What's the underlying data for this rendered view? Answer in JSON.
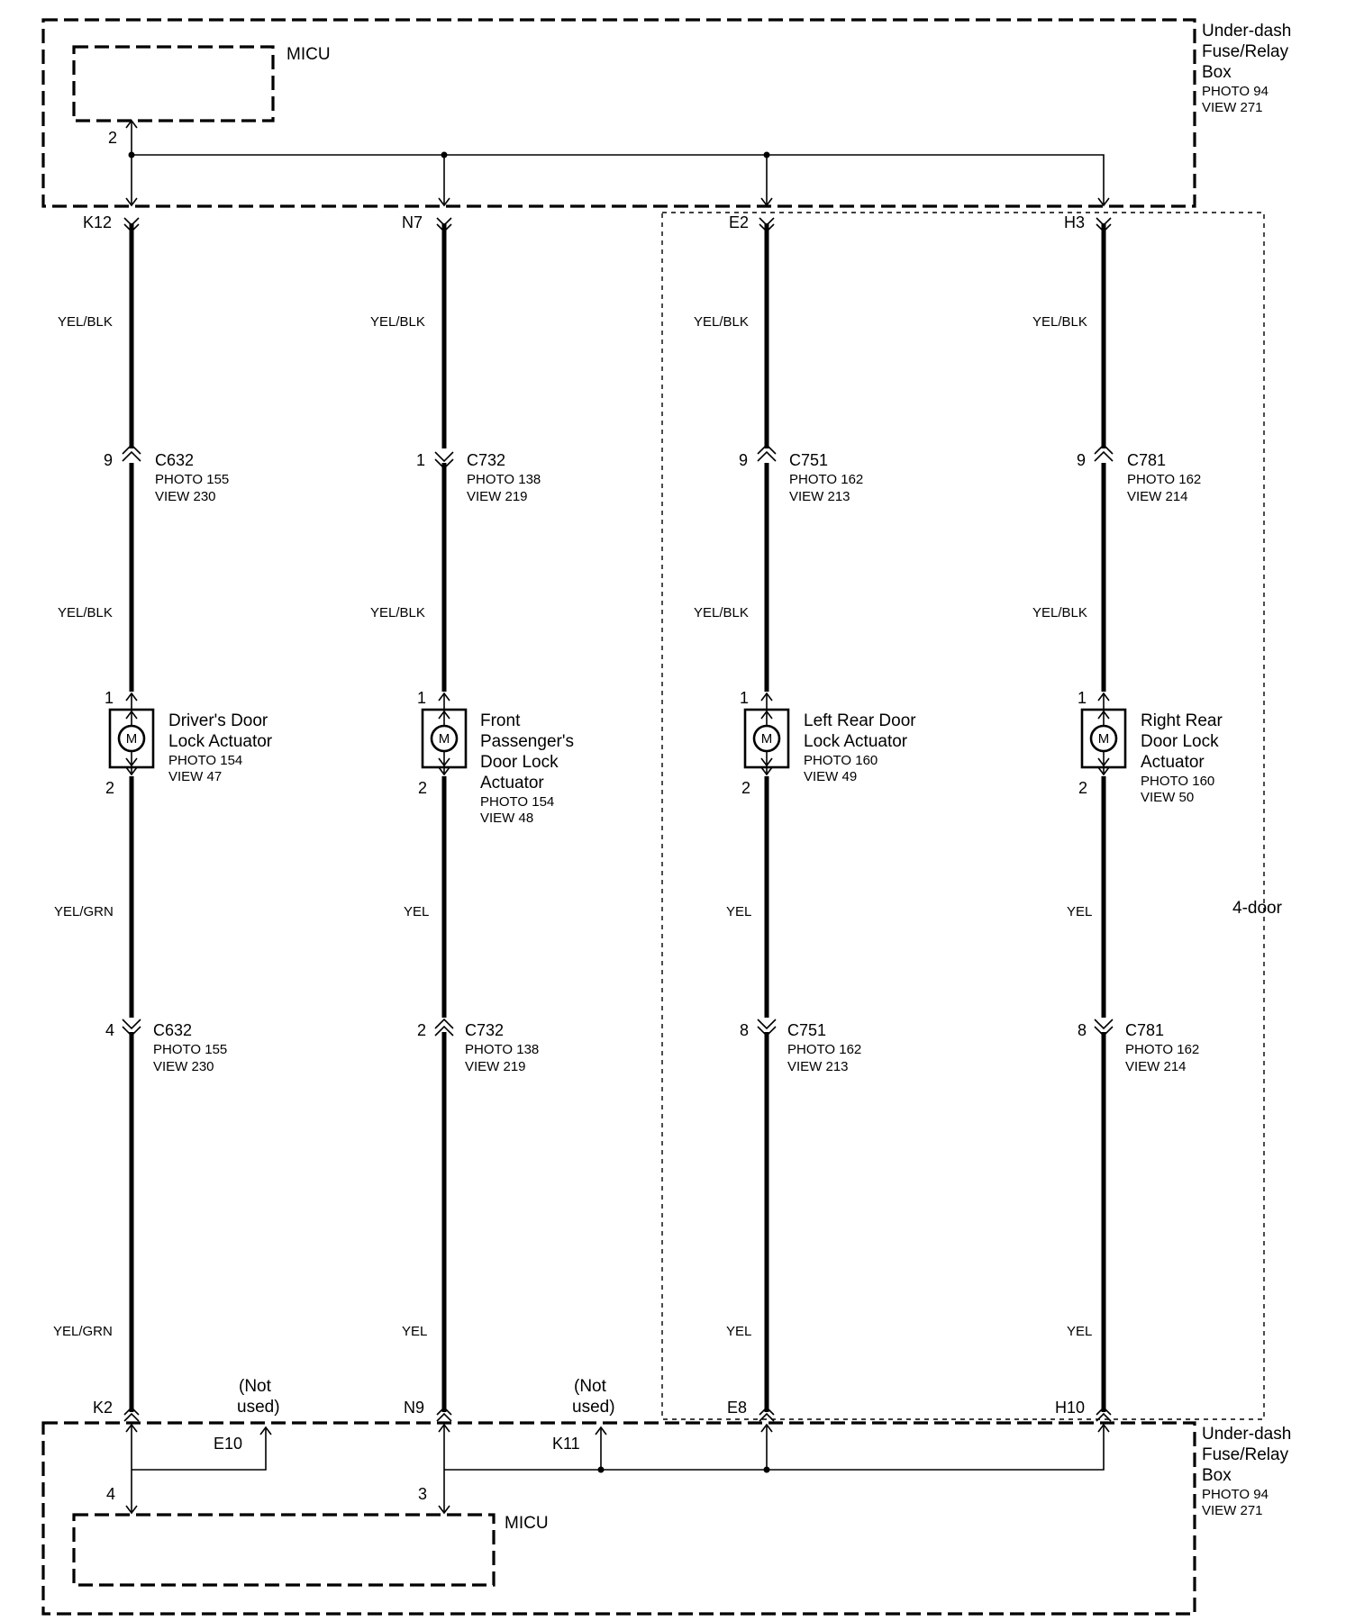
{
  "top_box": {
    "title_lines": [
      "Under-dash",
      "Fuse/Relay",
      "Box"
    ],
    "photo": "PHOTO 94",
    "view": "VIEW 271",
    "micu_label": "MICU",
    "micu_pin": "2"
  },
  "bottom_box": {
    "title_lines": [
      "Under-dash",
      "Fuse/Relay",
      "Box"
    ],
    "photo": "PHOTO 94",
    "view": "VIEW 271",
    "micu_label": "MICU",
    "micu_pin_left": "4",
    "micu_pin_right": "3",
    "pin_e10": "E10",
    "pin_k11": "K11",
    "not_used_lines": [
      "(Not",
      "used)"
    ]
  },
  "region_label": "4-door",
  "columns": [
    {
      "top_pin": "K12",
      "wire_top": "YEL/BLK",
      "upper_conn": {
        "pin": "9",
        "name": "C632",
        "photo": "PHOTO 155",
        "view": "VIEW 230"
      },
      "wire_mid": "YEL/BLK",
      "actuator": {
        "pin_top": "1",
        "pin_bottom": "2",
        "motor": "M",
        "name_lines": [
          "Driver's Door",
          "Lock Actuator"
        ],
        "photo": "PHOTO 154",
        "view": "VIEW 47"
      },
      "wire_low": "YEL/GRN",
      "lower_conn": {
        "pin": "4",
        "name": "C632",
        "photo": "PHOTO 155",
        "view": "VIEW 230"
      },
      "wire_bottom": "YEL/GRN",
      "bottom_pin": "K2"
    },
    {
      "top_pin": "N7",
      "wire_top": "YEL/BLK",
      "upper_conn": {
        "pin": "1",
        "name": "C732",
        "photo": "PHOTO 138",
        "view": "VIEW 219"
      },
      "wire_mid": "YEL/BLK",
      "actuator": {
        "pin_top": "1",
        "pin_bottom": "2",
        "motor": "M",
        "name_lines": [
          "Front",
          "Passenger's",
          "Door Lock",
          "Actuator"
        ],
        "photo": "PHOTO 154",
        "view": "VIEW 48"
      },
      "wire_low": "YEL",
      "lower_conn": {
        "pin": "2",
        "name": "C732",
        "photo": "PHOTO 138",
        "view": "VIEW 219"
      },
      "wire_bottom": "YEL",
      "bottom_pin": "N9"
    },
    {
      "top_pin": "E2",
      "wire_top": "YEL/BLK",
      "upper_conn": {
        "pin": "9",
        "name": "C751",
        "photo": "PHOTO 162",
        "view": "VIEW 213"
      },
      "wire_mid": "YEL/BLK",
      "actuator": {
        "pin_top": "1",
        "pin_bottom": "2",
        "motor": "M",
        "name_lines": [
          "Left Rear Door",
          "Lock Actuator"
        ],
        "photo": "PHOTO 160",
        "view": "VIEW 49"
      },
      "wire_low": "YEL",
      "lower_conn": {
        "pin": "8",
        "name": "C751",
        "photo": "PHOTO 162",
        "view": "VIEW 213"
      },
      "wire_bottom": "YEL",
      "bottom_pin": "E8"
    },
    {
      "top_pin": "H3",
      "wire_top": "YEL/BLK",
      "upper_conn": {
        "pin": "9",
        "name": "C781",
        "photo": "PHOTO 162",
        "view": "VIEW 214"
      },
      "wire_mid": "YEL/BLK",
      "actuator": {
        "pin_top": "1",
        "pin_bottom": "2",
        "motor": "M",
        "name_lines": [
          "Right Rear",
          "Door Lock",
          "Actuator"
        ],
        "photo": "PHOTO 160",
        "view": "VIEW 50"
      },
      "wire_low": "YEL",
      "lower_conn": {
        "pin": "8",
        "name": "C781",
        "photo": "PHOTO 162",
        "view": "VIEW 214"
      },
      "wire_bottom": "YEL",
      "bottom_pin": "H10"
    }
  ]
}
